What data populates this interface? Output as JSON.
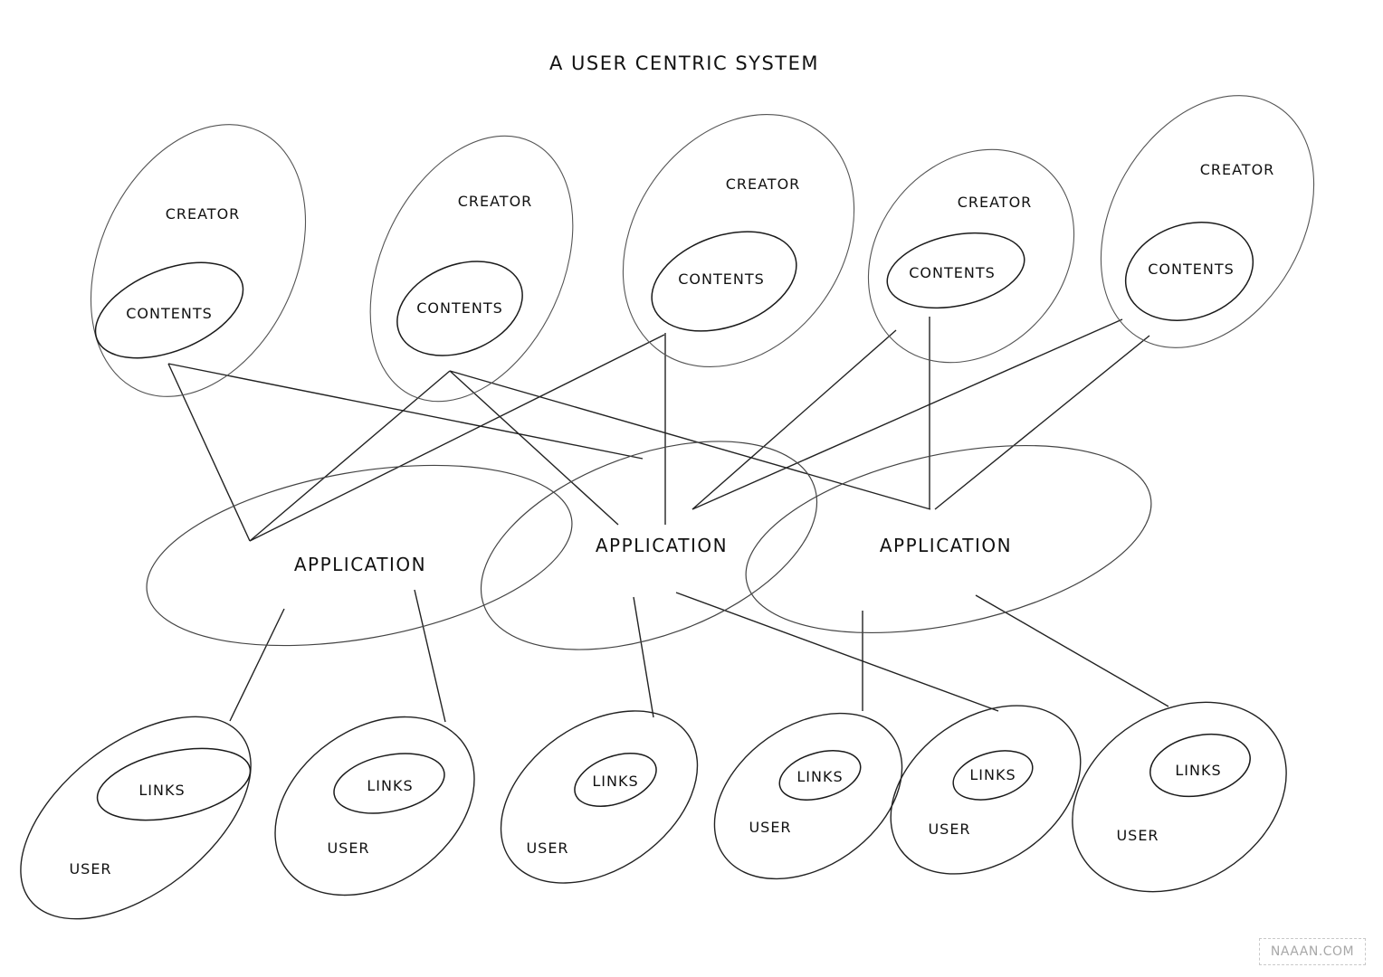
{
  "title": "A USER CENTRIC SYSTEM",
  "watermark": "NAAAN.COM",
  "creators": [
    {
      "label": "CREATOR",
      "inner_label": "CONTENTS"
    },
    {
      "label": "CREATOR",
      "inner_label": "CONTENTS"
    },
    {
      "label": "CREATOR",
      "inner_label": "CONTENTS"
    },
    {
      "label": "CREATOR",
      "inner_label": "CONTENTS"
    },
    {
      "label": "CREATOR",
      "inner_label": "CONTENTS"
    }
  ],
  "applications": [
    {
      "label": "APPLICATION"
    },
    {
      "label": "APPLICATION"
    },
    {
      "label": "APPLICATION"
    }
  ],
  "users": [
    {
      "label": "USER",
      "inner_label": "LINKS"
    },
    {
      "label": "USER",
      "inner_label": "LINKS"
    },
    {
      "label": "USER",
      "inner_label": "LINKS"
    },
    {
      "label": "USER",
      "inner_label": "LINKS"
    },
    {
      "label": "USER",
      "inner_label": "LINKS"
    },
    {
      "label": "USER",
      "inner_label": "LINKS"
    }
  ],
  "connections": {
    "creator_to_application": [
      {
        "creator": 1,
        "application": 1
      },
      {
        "creator": 1,
        "application": 2
      },
      {
        "creator": 2,
        "application": 1
      },
      {
        "creator": 2,
        "application": 2
      },
      {
        "creator": 2,
        "application": 3
      },
      {
        "creator": 3,
        "application": 1
      },
      {
        "creator": 3,
        "application": 2
      },
      {
        "creator": 4,
        "application": 2
      },
      {
        "creator": 4,
        "application": 3
      },
      {
        "creator": 5,
        "application": 2
      },
      {
        "creator": 5,
        "application": 3
      }
    ],
    "application_to_user": [
      {
        "application": 1,
        "user": 1
      },
      {
        "application": 1,
        "user": 2
      },
      {
        "application": 2,
        "user": 3
      },
      {
        "application": 2,
        "user": 5
      },
      {
        "application": 3,
        "user": 4
      },
      {
        "application": 3,
        "user": 6
      }
    ]
  }
}
